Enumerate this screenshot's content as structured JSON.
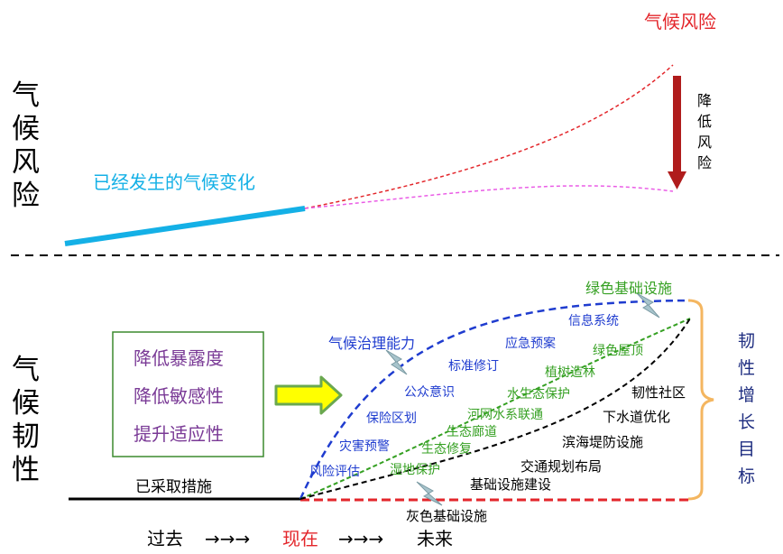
{
  "top": {
    "side_title": [
      "气",
      "候",
      "风",
      "险"
    ],
    "climate_risk_label": "气候风险",
    "occurred_change_label": "已经发生的气候变化",
    "reduce_risk_label": [
      "降",
      "低",
      "风",
      "险"
    ]
  },
  "bottom": {
    "side_title": [
      "气",
      "候",
      "韧",
      "性"
    ],
    "measures_box": [
      "降低暴露度",
      "降低敏感性",
      "提升适应性"
    ],
    "taken_measures_label": "已采取措施",
    "resilience_goal_label": [
      "韧",
      "性",
      "增",
      "长",
      "目",
      "标"
    ],
    "blue_curve": {
      "title": "气候治理能力",
      "items": [
        "信息系统",
        "应急预案",
        "标准修订",
        "公众意识",
        "保险区划",
        "灾害预警",
        "风险评估"
      ]
    },
    "green_curve": {
      "title": "绿色基础设施",
      "items": [
        "绿色屋顶",
        "植树造林",
        "水生态保护",
        "河网水系联通",
        "生态廊道",
        "生态修复",
        "湿地保护"
      ]
    },
    "black_curve": {
      "items": [
        "韧性社区",
        "下水道优化",
        "滨海堤防设施",
        "交通规划布局",
        "基础设施建设"
      ]
    },
    "red_line": {
      "title": "灰色基础设施"
    }
  },
  "timeline": {
    "past": "过去",
    "arrow1": "→→→",
    "now": "现在",
    "arrow2": "→→→",
    "future": "未来"
  },
  "colors": {
    "risk_red": "#e3262b",
    "pink": "#ea5ce6",
    "cyan": "#14b0e6",
    "dark_red": "#b01c1c",
    "purple": "#7a3a96",
    "blue": "#1f3ccf",
    "green": "#35a022",
    "navy": "#1e2d80",
    "orange": "#f4b660",
    "arrow_yellow": "#ffff00",
    "arrow_green": "#6aa84f"
  }
}
